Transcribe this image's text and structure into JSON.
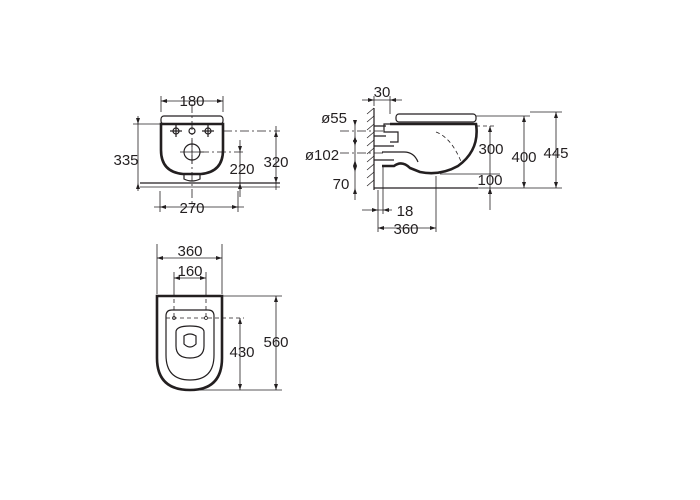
{
  "front_view": {
    "width_top": "180",
    "height_total": "335",
    "drain_height": "220",
    "bolt_height": "320",
    "bottom_width": "270"
  },
  "side_view": {
    "wall_offset": "30",
    "inlet_diameter": "ø55",
    "outlet_diameter": "ø102",
    "outlet_height": "70",
    "pan_height_300": "300",
    "pan_height_400": "400",
    "pan_height_445": "445",
    "floor_offset": "100",
    "back_offset": "18",
    "outlet_depth": "360"
  },
  "top_view": {
    "width": "360",
    "bolt_spacing": "160",
    "bolt_to_center": "430",
    "length": "560"
  }
}
